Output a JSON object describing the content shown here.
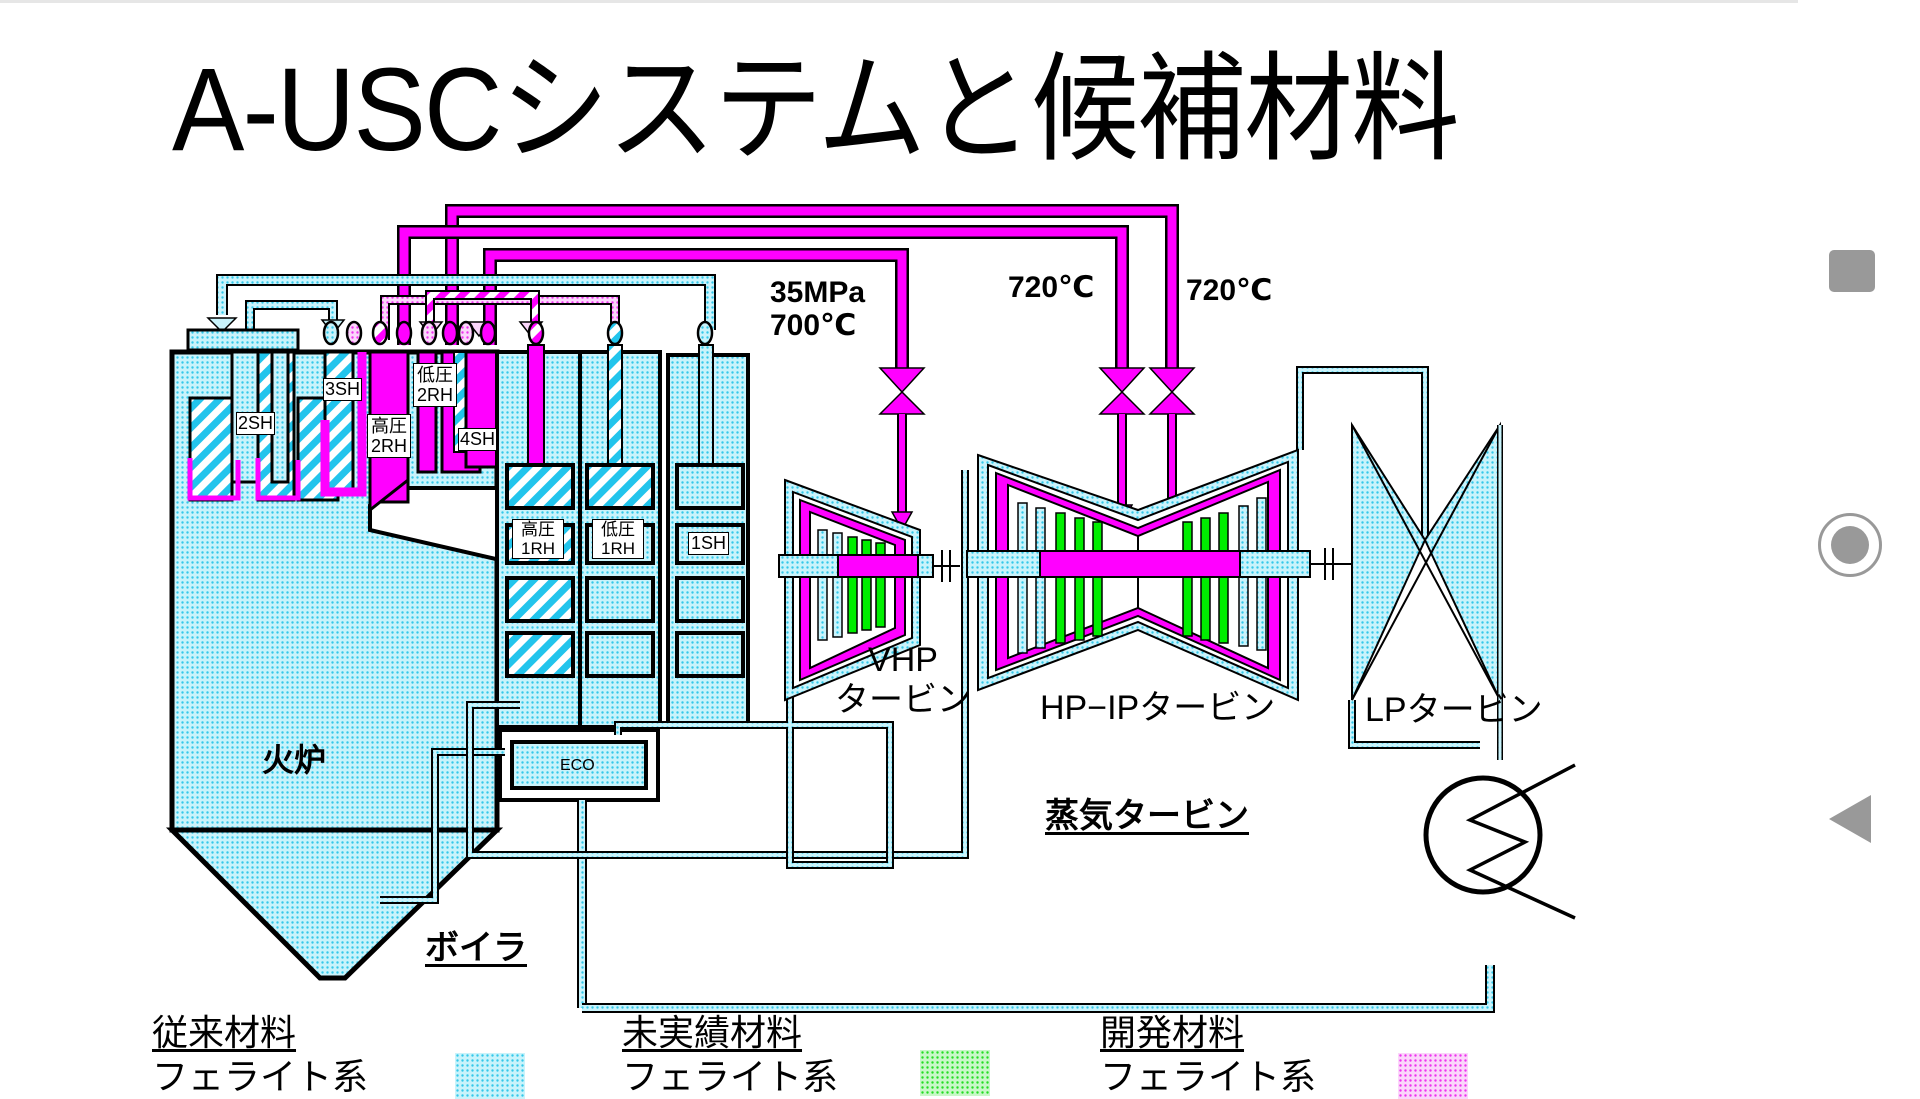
{
  "slide": {
    "title": "A-USCシステムと候補材料"
  },
  "diagram": {
    "boiler": {
      "label": "ボイラ",
      "furnace_label": "火炉",
      "components": {
        "sh2": "2SH",
        "sh3": "3SH",
        "sh4": "4SH",
        "rh2_high_line1": "高圧",
        "rh2_high_line2": "2RH",
        "rh2_low_line1": "低圧",
        "rh2_low_line2": "2RH",
        "rh1_high_line1": "高圧",
        "rh1_high_line2": "1RH",
        "rh1_low_line1": "低圧",
        "rh1_low_line2": "1RH",
        "sh1": "1SH",
        "eco": "ECO"
      }
    },
    "conditions": {
      "main_steam_pressure": "35MPa",
      "main_steam_temp": "700℃",
      "reheat1_temp": "720℃",
      "reheat2_temp": "720℃"
    },
    "turbine": {
      "label": "蒸気タービン",
      "vhp_line1": "VHP",
      "vhp_line2": "タービン",
      "hpip": "HP−IPタービン",
      "lp": "LPタービン"
    }
  },
  "legend": [
    {
      "header": "従来材料",
      "sub": "フェライト系",
      "color": "#33ccee",
      "pattern": "dots-cyan"
    },
    {
      "header": "未実績材料",
      "sub": "フェライト系",
      "color": "#33ee33",
      "pattern": "dots-green"
    },
    {
      "header": "開発材料",
      "sub": "フェライト系",
      "color": "#ee44ee",
      "pattern": "dots-magenta"
    }
  ],
  "colors": {
    "conventional": "#bdf0fa",
    "conventional_dot": "#33c8ea",
    "unproven": "#00ee00",
    "developed": "#ff00ff",
    "outline": "#000000"
  },
  "nav": {
    "recent_icon": "square-recent-apps-icon",
    "home_icon": "home-circle-icon",
    "back_icon": "back-triangle-icon"
  }
}
